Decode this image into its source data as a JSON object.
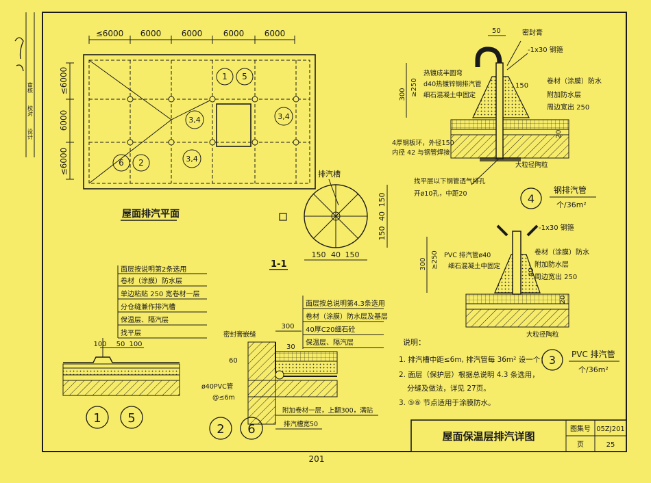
{
  "plan": {
    "title": "屋面排汽平面",
    "dims_top": [
      "≤6000",
      "6000",
      "6000",
      "6000",
      "6000"
    ],
    "dims_left": [
      "≤6000",
      "6000",
      "≤6000"
    ],
    "tags": [
      "1",
      "5",
      "3,4",
      "3,4",
      "6",
      "2",
      "3,4"
    ]
  },
  "section11": {
    "label": "1-1",
    "trough_label": "排汽槽",
    "dims_bottom": [
      "150",
      "40",
      "150"
    ],
    "dims_right": [
      "150",
      "40",
      "150"
    ]
  },
  "detail4": {
    "callouts": [
      "密封膏",
      "-1x30 钢箍",
      "热镀成半圆弯",
      "d40热镀锌钢排汽管",
      "细石混凝土中固定",
      "卷材（涂膜）防水",
      "附加防水层",
      "周边宽出 250",
      "4厚钢板环，外径150",
      "内径 42 与钢管焊接",
      "大粒径陶粒",
      "找平层以下钢管透气排孔",
      "开ø10孔，中距20"
    ],
    "dims": [
      "50",
      "300",
      "≥250",
      "150",
      "20"
    ],
    "number": "4",
    "title": "钢排汽管",
    "rate": "个/36m²"
  },
  "detail3": {
    "callouts": [
      "-1x30 钢箍",
      "PVC 排汽管ø40",
      "细石混凝土中固定",
      "卷材（涂膜）防水",
      "附加防水层",
      "周边宽出 250",
      "大粒径陶粒"
    ],
    "dims": [
      "300",
      "≥250",
      "40",
      "20"
    ],
    "number": "3",
    "title": "PVC 排汽管",
    "rate": "个/36m²"
  },
  "detail15": {
    "layers": [
      "面层按说明第2条选用",
      "卷材（涂膜）防水层",
      "单边粘贴 250 宽卷材一层",
      "分仓缝兼作排汽槽",
      "保温层、隔汽层",
      "找平层"
    ],
    "dims": [
      "100",
      "50",
      "100"
    ],
    "numbers": [
      "1",
      "5"
    ]
  },
  "detail26": {
    "layers": [
      "面层按总说明第4.3条选用",
      "卷材（涂膜）防水层及基层",
      "40厚C20细石砼",
      "保温层、隔汽层"
    ],
    "callouts": [
      "密封膏嵌缝",
      "ø40PVC管",
      "@≤6m",
      "附加卷材一层，上翻300，满贴",
      "排汽槽宽50"
    ],
    "dims": [
      "300",
      "30",
      "60"
    ],
    "numbers": [
      "2",
      "6"
    ]
  },
  "notes": {
    "heading": "说明：",
    "lines": [
      "1. 排汽槽中距≤6m, 排汽管每 36m² 设一个；",
      "2. 面层（保护层）根据总说明 4.3 条选用，",
      "分缝及做法，详见 27页。",
      "3. ⑤⑥ 节点适用于涂膜防水。"
    ]
  },
  "title_block": {
    "title": "屋面保温层排汽详图",
    "atlas_label": "图集号",
    "atlas_no": "05ZJ201",
    "page_label": "页",
    "page_no": "25"
  },
  "page_number": "201",
  "margin_strip": {
    "rows": [
      "审核",
      "校对",
      "设计"
    ]
  }
}
